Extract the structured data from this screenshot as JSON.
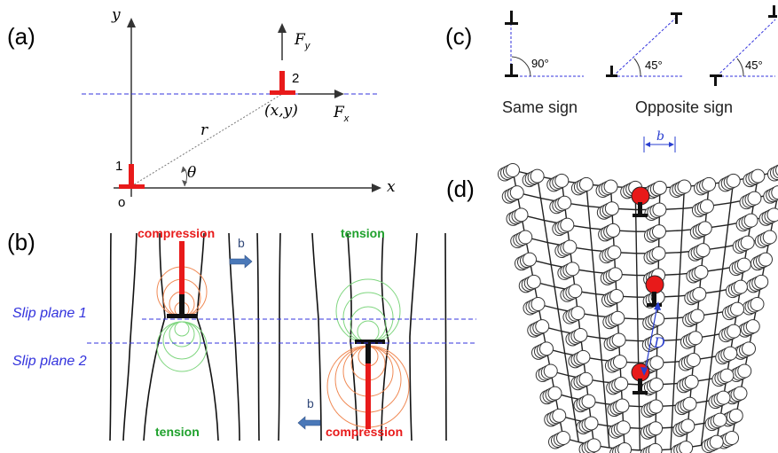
{
  "panels": {
    "a": {
      "label": "(a)",
      "y_axis": "y",
      "x_axis": "x",
      "fy_main": "F",
      "fy_sub": "y",
      "fx_main": "F",
      "fx_sub": "x",
      "point_1": "1",
      "point_2": "2",
      "coord": "(x,y)",
      "r": "r",
      "theta": "θ",
      "origin": "o"
    },
    "b": {
      "label": "(b)",
      "slip_plane_1": "Slip plane 1",
      "slip_plane_2": "Slip plane 2",
      "left_top": "compression",
      "left_bottom": "tension",
      "right_top": "tension",
      "right_bottom": "compression",
      "burgers_top": "b",
      "burgers_bottom": "b"
    },
    "c": {
      "label": "(c)",
      "angle_same": "90°",
      "angle_opp_1": "45°",
      "angle_opp_2": "45°",
      "same_sign": "Same sign",
      "opposite_sign": "Opposite sign"
    },
    "d": {
      "label": "(d)",
      "b": "b",
      "D": "D"
    }
  },
  "colors": {
    "dislocation": "#e81a1a",
    "compression": "#e81a1a",
    "tension": "#1fa12c",
    "slip_plane": "#3333dd",
    "stress_ring_comp": "#f08a55",
    "stress_ring_tens": "#7fd67f",
    "burgers_arrow": "#4a78b8"
  }
}
